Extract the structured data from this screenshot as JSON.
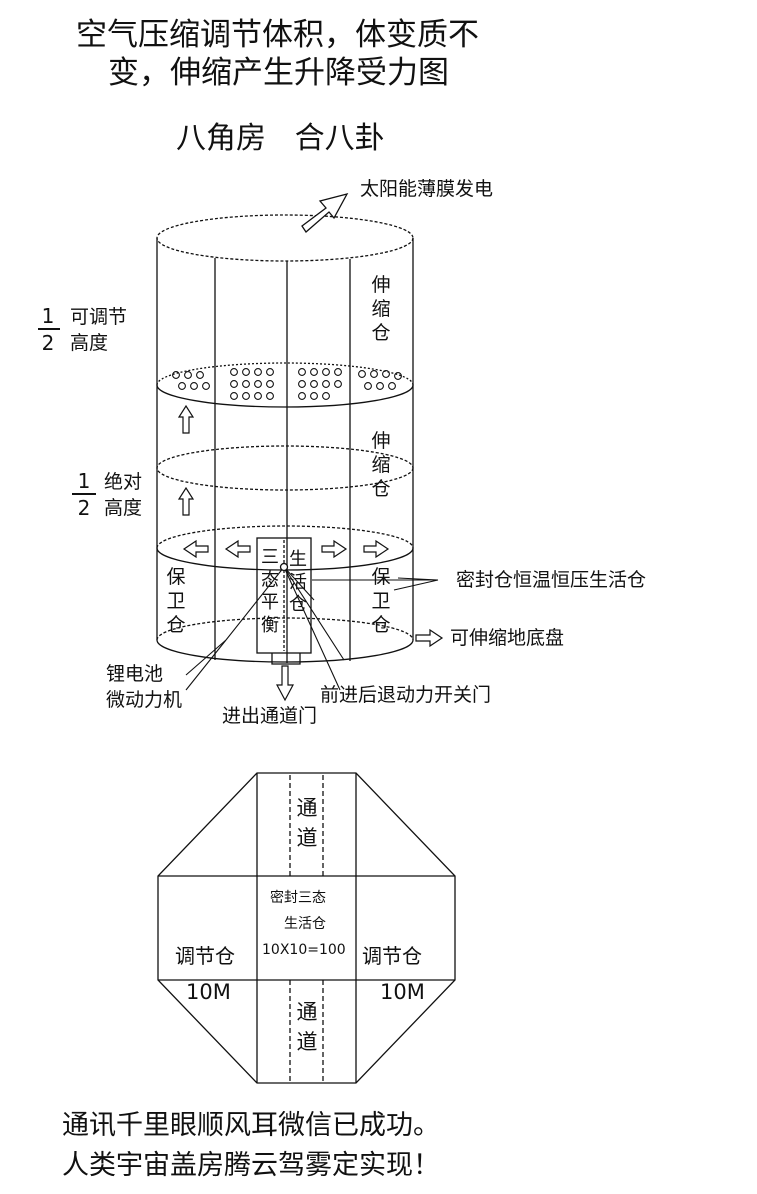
{
  "header": {
    "title_line1": "空气压缩调节体积，体变质不",
    "title_line2": "变，伸缩产生升降受力图",
    "subtitle": "八角房   合八卦"
  },
  "cylinder": {
    "solar_label": "太阳能薄膜发电",
    "upper_frac_num": "1",
    "upper_frac_den": "2",
    "upper_label_1": "可调节",
    "upper_label_2": "高度",
    "lower_frac_num": "1",
    "lower_frac_den": "2",
    "lower_label_1": "绝对",
    "lower_label_2": "高度",
    "telescopic_upper": "伸缩仓",
    "telescopic_lower": "伸缩仓",
    "guard_left": "保卫仓",
    "guard_right": "保卫仓",
    "three_state": "三态平衡",
    "living_cabin": "生活仓",
    "sealed_label": "密封仓恒温恒压生活仓",
    "chassis_label": "可伸缩地底盘",
    "battery_label_1": "锂电池",
    "battery_label_2": "微动力机",
    "switch_label": "前进后退动力开关门",
    "exit_label": "进出通道门"
  },
  "octagon": {
    "channel_top": "通道",
    "channel_bottom": "通道",
    "center_line1": "密封三态",
    "center_line2": "生活仓",
    "center_line3": "10X10=100",
    "left_label": "调节仓",
    "left_size": "10M",
    "right_label": "调节仓",
    "right_size": "10M"
  },
  "footer": {
    "line1": "通讯千里眼顺风耳微信已成功。",
    "line2": "人类宇宙盖房腾云驾雾定实现！"
  }
}
